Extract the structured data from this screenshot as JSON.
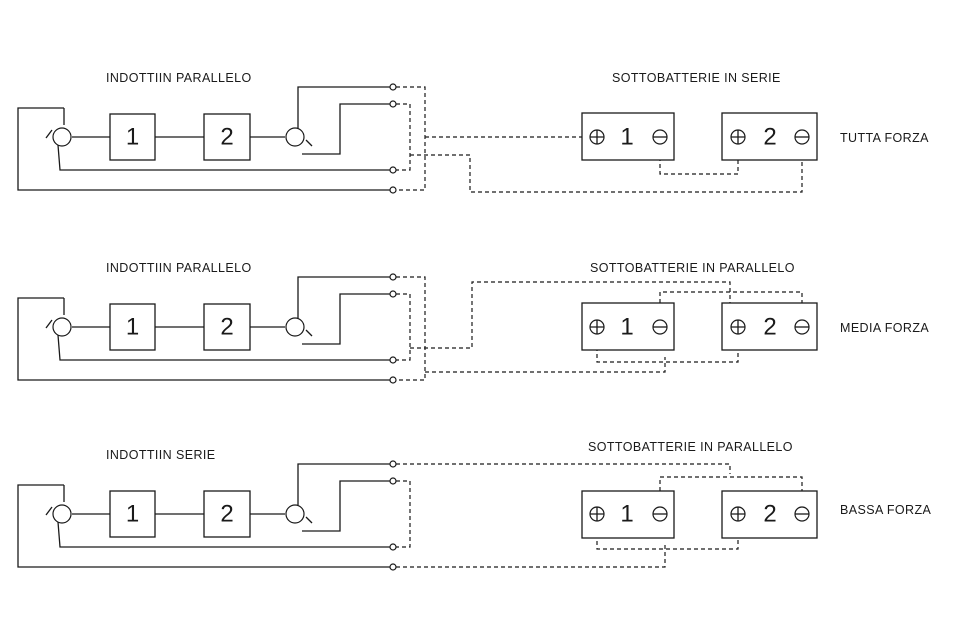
{
  "rows": [
    {
      "armature_label": "INDOTTIIN PARALLELO",
      "battery_label": "SOTTOBATTERIE IN SERIE",
      "power_label": "TUTTA FORZA",
      "armature_1": "1",
      "armature_2": "2",
      "battery_1": "1",
      "battery_2": "2"
    },
    {
      "armature_label": "INDOTTIIN PARALLELO",
      "battery_label": "SOTTOBATTERIE IN PARALLELO",
      "power_label": "MEDIA FORZA",
      "armature_1": "1",
      "armature_2": "2",
      "battery_1": "1",
      "battery_2": "2"
    },
    {
      "armature_label": "INDOTTIIN SERIE",
      "battery_label": "SOTTOBATTERIE IN PARALLELO",
      "power_label": "BASSA FORZA",
      "armature_1": "1",
      "armature_2": "2",
      "battery_1": "1",
      "battery_2": "2"
    }
  ]
}
